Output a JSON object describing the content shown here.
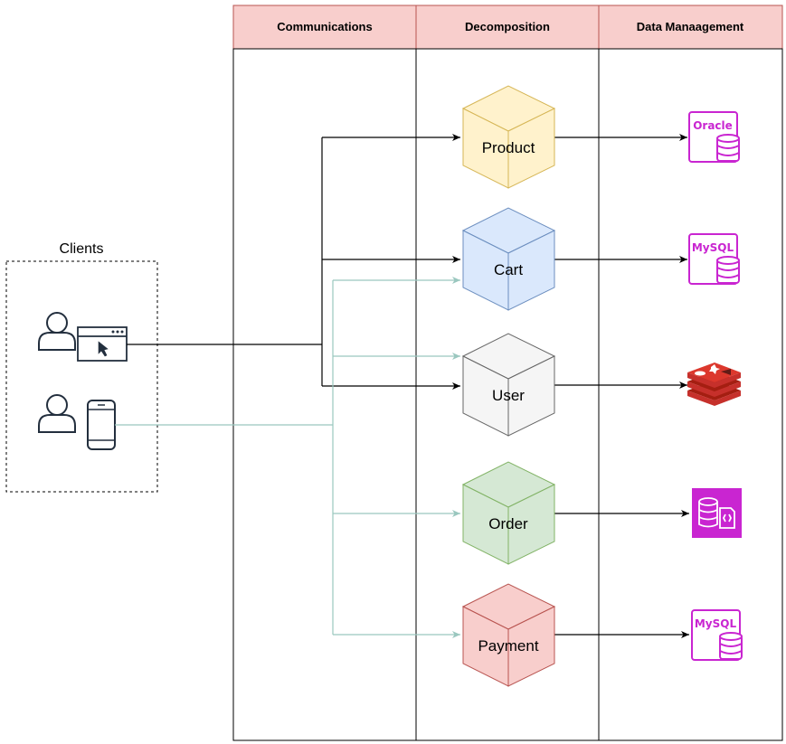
{
  "lanes": {
    "communications": "Communications",
    "decomposition": "Decomposition",
    "data_management": "Data Manaagement"
  },
  "clients": {
    "title": "Clients"
  },
  "services": {
    "product": "Product",
    "cart": "Cart",
    "user": "User",
    "order": "Order",
    "payment": "Payment"
  },
  "databases": {
    "product_db": "Oracle",
    "cart_db": "MySQL",
    "user_db": "redis-icon",
    "order_db": "document-db-icon",
    "payment_db": "MySQL"
  },
  "colors": {
    "lane_header": "#f8cecc",
    "lane_header_border": "#b85450",
    "web_flow": "#000000",
    "mobile_flow": "#9ac7bf",
    "db_magenta": "#c925d1",
    "redis_red": "#c6302b",
    "product_fill": "#fff2cc",
    "product_stroke": "#d6b656",
    "cart_fill": "#dae8fc",
    "cart_stroke": "#6c8ebf",
    "user_fill": "#f5f5f5",
    "user_stroke": "#666666",
    "order_fill": "#d5e8d4",
    "order_stroke": "#82b366",
    "payment_fill": "#f8cecc",
    "payment_stroke": "#b85450"
  }
}
